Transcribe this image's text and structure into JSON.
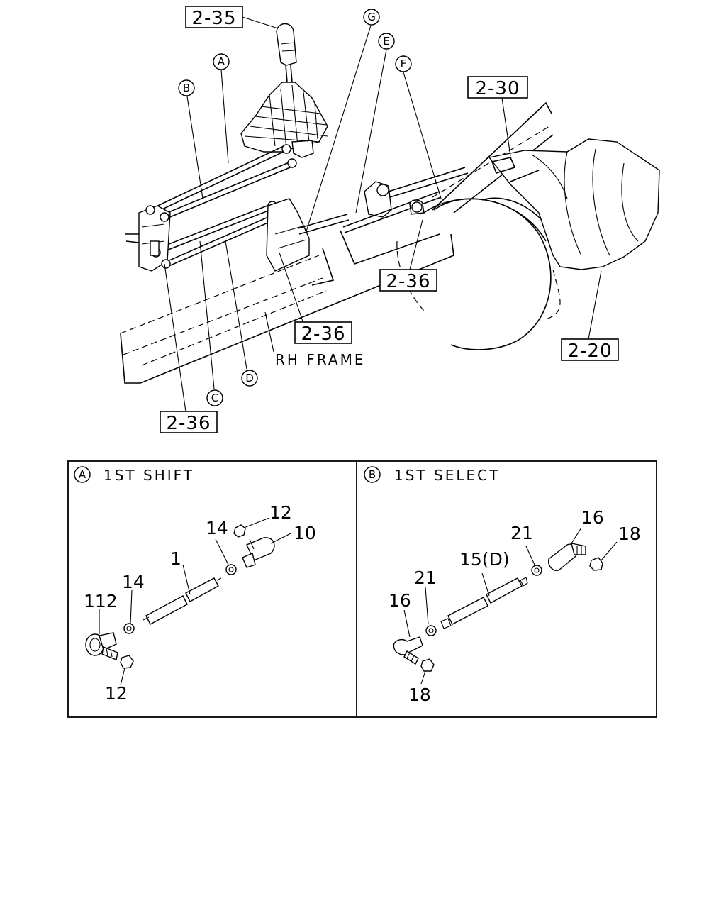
{
  "diagram": {
    "refs": {
      "r235": "2-35",
      "r230": "2-30",
      "r236a": "2-36",
      "r236b": "2-36",
      "r236c": "2-36",
      "r220": "2-20"
    },
    "callouts": {
      "A": "A",
      "B": "B",
      "C": "C",
      "D": "D",
      "E": "E",
      "F": "F",
      "G": "G"
    },
    "frame_label": "RH FRAME"
  },
  "detail_a": {
    "badge": "A",
    "title": "1ST SHIFT",
    "parts": {
      "p12_top": "12",
      "p14_top": "14",
      "p10": "10",
      "p1": "1",
      "p14_left": "14",
      "p112": "112",
      "p12_bottom": "12"
    }
  },
  "detail_b": {
    "badge": "B",
    "title": "1ST SELECT",
    "parts": {
      "p16_right": "16",
      "p21_top": "21",
      "p18_right": "18",
      "p15d": "15(D)",
      "p21_left": "21",
      "p16_left": "16",
      "p18_bottom": "18"
    }
  }
}
